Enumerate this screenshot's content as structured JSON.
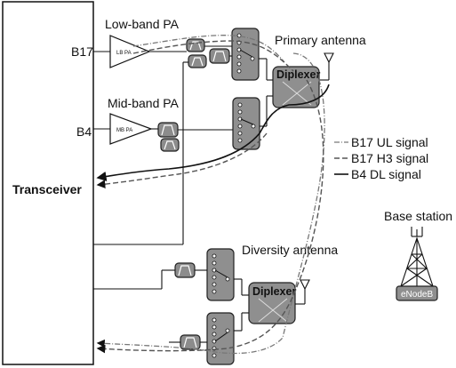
{
  "blocks": {
    "transceiver": "Transceiver",
    "low_band_pa": "Low-band PA",
    "lb_pa": "LB PA",
    "mid_band_pa": "Mid-band PA",
    "mb_pa": "MB PA",
    "primary_antenna": "Primary antenna",
    "diversity_antenna": "Diversity antenna",
    "diplexer_top": "Diplexer",
    "diplexer_bottom": "Diplexer",
    "base_station": "Base station",
    "enodeb": "eNodeB"
  },
  "ports": {
    "b17": "B17",
    "b4": "B4"
  },
  "legend": {
    "ul": "B17 UL signal",
    "h3": "B17 H3 signal",
    "dl": "B4 DL signal"
  }
}
